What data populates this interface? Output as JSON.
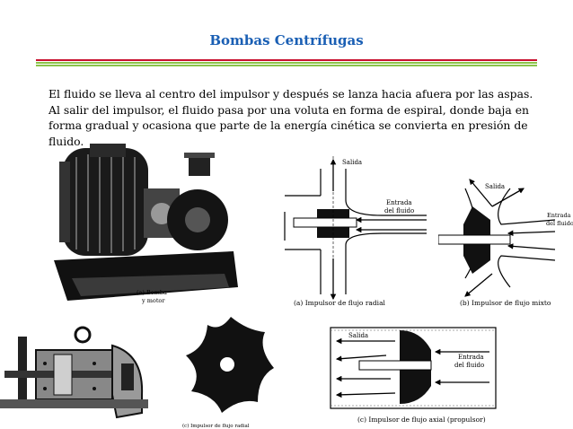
{
  "slide": {
    "title": "Bombas Centrífugas",
    "paragraph": "El fluido se lleva al centro del impulsor y después se lanza hacia afuera por las aspas. Al salir del impulsor, el fluido pasa por una voluta en forma de espiral, donde baja en forma gradual y ocasiona que parte de la energía cinética se convierta en presión de fluido.",
    "colors": {
      "title": "#1a5fb4",
      "rule_red": "#c8102e",
      "rule_green": "#8bc34a"
    }
  },
  "figures": {
    "pump_motor": {
      "caption_1": "(a) Bomba",
      "caption_2": "y motor"
    },
    "radial": {
      "caption": "(a)  Impulsor de flujo radial",
      "outlet": "Salida",
      "inlet_1": "Entrada",
      "inlet_2": "del fluido"
    },
    "mixed": {
      "caption": "(b)  Impulsor de flujo mixto",
      "outlet": "Salida",
      "inlet_1": "Entrada",
      "inlet_2": "del fluido"
    },
    "impeller": {
      "caption": "(c) Impulsor de flujo radial"
    },
    "axial": {
      "caption": "(c)  Impulsor de flujo axial (propulsor)",
      "outlet": "Salida",
      "inlet_1": "Entrada",
      "inlet_2": "del fluido"
    }
  }
}
